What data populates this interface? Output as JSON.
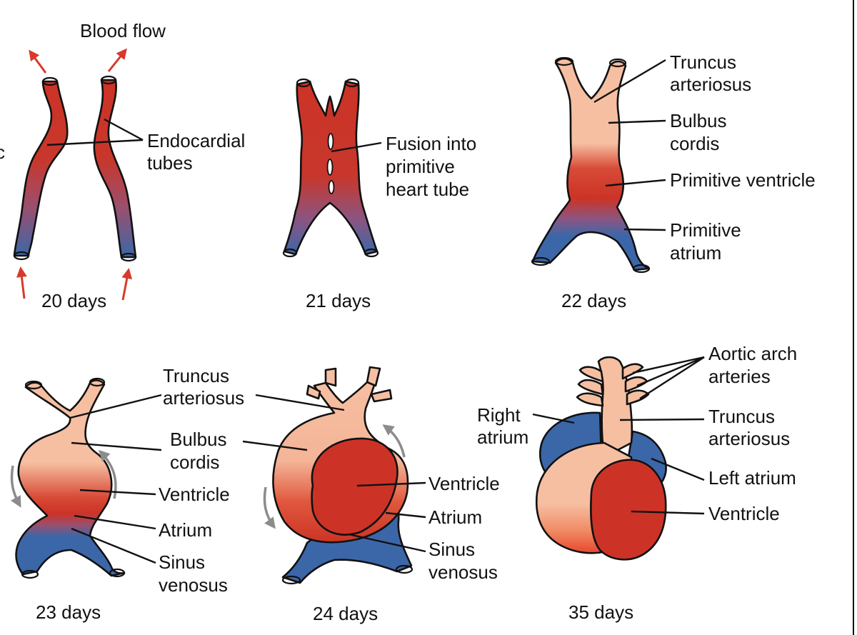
{
  "colors": {
    "arterial_red": "#cc3326",
    "venous_blue": "#3b67a8",
    "bulbus_pink": "#f6bfa2",
    "arrow_red": "#d8392b",
    "arrow_gray": "#8c8c8c",
    "outline": "#111111",
    "background": "#ffffff"
  },
  "stages": {
    "d20": {
      "day": "20 days",
      "blood_flow": "Blood flow",
      "endocardial": [
        "Endocardial",
        "tubes"
      ]
    },
    "d21": {
      "day": "21 days",
      "fusion": [
        "Fusion into",
        "primitive",
        "heart tube"
      ]
    },
    "d22": {
      "day": "22 days",
      "truncus": [
        "Truncus",
        "arteriosus"
      ],
      "bulbus": [
        "Bulbus",
        "cordis"
      ],
      "ventricle": "Primitive ventricle",
      "atrium": [
        "Primitive",
        "atrium"
      ]
    },
    "d23": {
      "day": "23 days",
      "truncus": [
        "Truncus",
        "arteriosus"
      ],
      "bulbus": [
        "Bulbus",
        "cordis"
      ],
      "ventricle": "Ventricle",
      "atrium": "Atrium",
      "sinus": [
        "Sinus",
        "venosus"
      ]
    },
    "d24": {
      "day": "24 days",
      "ventricle": "Ventricle",
      "atrium": "Atrium",
      "sinus": [
        "Sinus",
        "venosus"
      ]
    },
    "d35": {
      "day": "35 days",
      "aortic": [
        "Aortic arch",
        "arteries"
      ],
      "right_atrium": [
        "Right",
        "atrium"
      ],
      "truncus": [
        "Truncus",
        "arteriosus"
      ],
      "left_atrium": "Left atrium",
      "ventricle": "Ventricle"
    }
  }
}
